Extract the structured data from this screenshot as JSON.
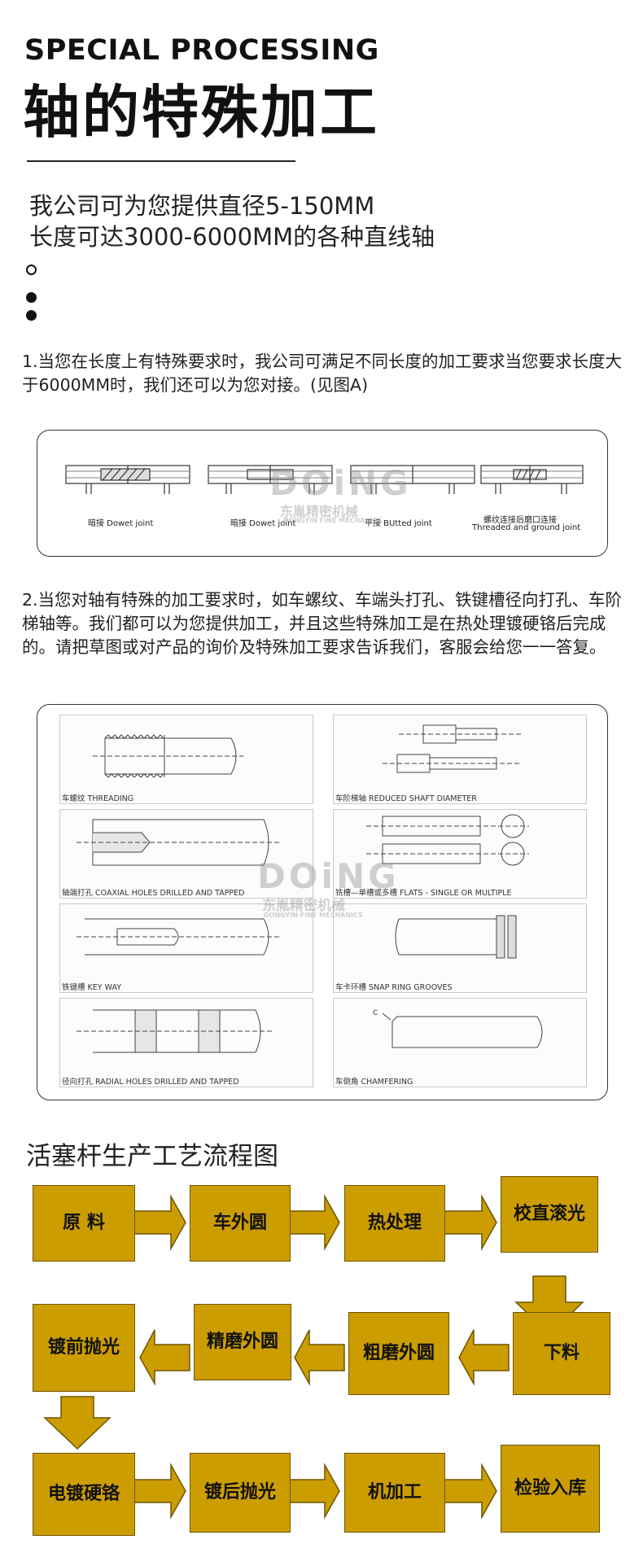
{
  "header": {
    "title_en": "SPECIAL PROCESSING",
    "title_cn": "轴的特殊加工"
  },
  "intro": {
    "line1": "我公司可为您提供直径5-150MM",
    "line2": "长度可达3000-6000MM的各种直线轴"
  },
  "section1": {
    "text": "1.当您在长度上有特殊要求时，我公司可满足不同长度的加工要求当您要求长度大于6000MM时，我们还可以为您对接。(见图A)"
  },
  "joints": [
    {
      "label": "暗接 Dowet joint"
    },
    {
      "label": "暗接 Dowet joint"
    },
    {
      "label": "平接 BUtted joint"
    },
    {
      "label": "螺纹连接后磨口连接",
      "label2": "Threaded and ground joint"
    }
  ],
  "section2": {
    "text": "2.当您对轴有特殊的加工要求时，如车螺纹、车端头打孔、铁键槽径向打孔、车阶梯轴等。我们都可以为您提供加工，并且这些特殊加工是在热处理镀硬铬后完成的。请把草图或对产品的询价及特殊加工要求告诉我们，客服会给您一一答复。"
  },
  "processes": [
    {
      "label": "车螺纹 THREADING"
    },
    {
      "label": "车阶梯轴 REDUCED SHAFT DIAMETER"
    },
    {
      "label": "轴端打孔 COAXIAL HOLES DRILLED AND TAPPED"
    },
    {
      "label": "铣槽—单槽或多槽 FLATS - SINGLE OR MULTIPLE"
    },
    {
      "label": "铁键槽 KEY WAY"
    },
    {
      "label": "车卡环槽 SNAP RING GROOVES"
    },
    {
      "label": "径向打孔 RADIAL HOLES DRILLED AND TAPPED"
    },
    {
      "label": "车倒角 CHAMFERING"
    }
  ],
  "chamfer_mark": "C",
  "watermark": {
    "logo": "DOiNG",
    "cn": "东胤精密机械",
    "en": "DONGYIN FINE MECHANICS"
  },
  "flow": {
    "title": "活塞杆生产工艺流程图",
    "steps": [
      "原 料",
      "车外圆",
      "热处理",
      "校直滚光",
      "下料",
      "粗磨外圆",
      "精磨外圆",
      "镀前抛光",
      "电镀硬铬",
      "镀后抛光",
      "机加工",
      "检验入库"
    ]
  },
  "colors": {
    "step_fill": "#cc9d00",
    "step_border": "#6d5600",
    "text": "#222222"
  }
}
